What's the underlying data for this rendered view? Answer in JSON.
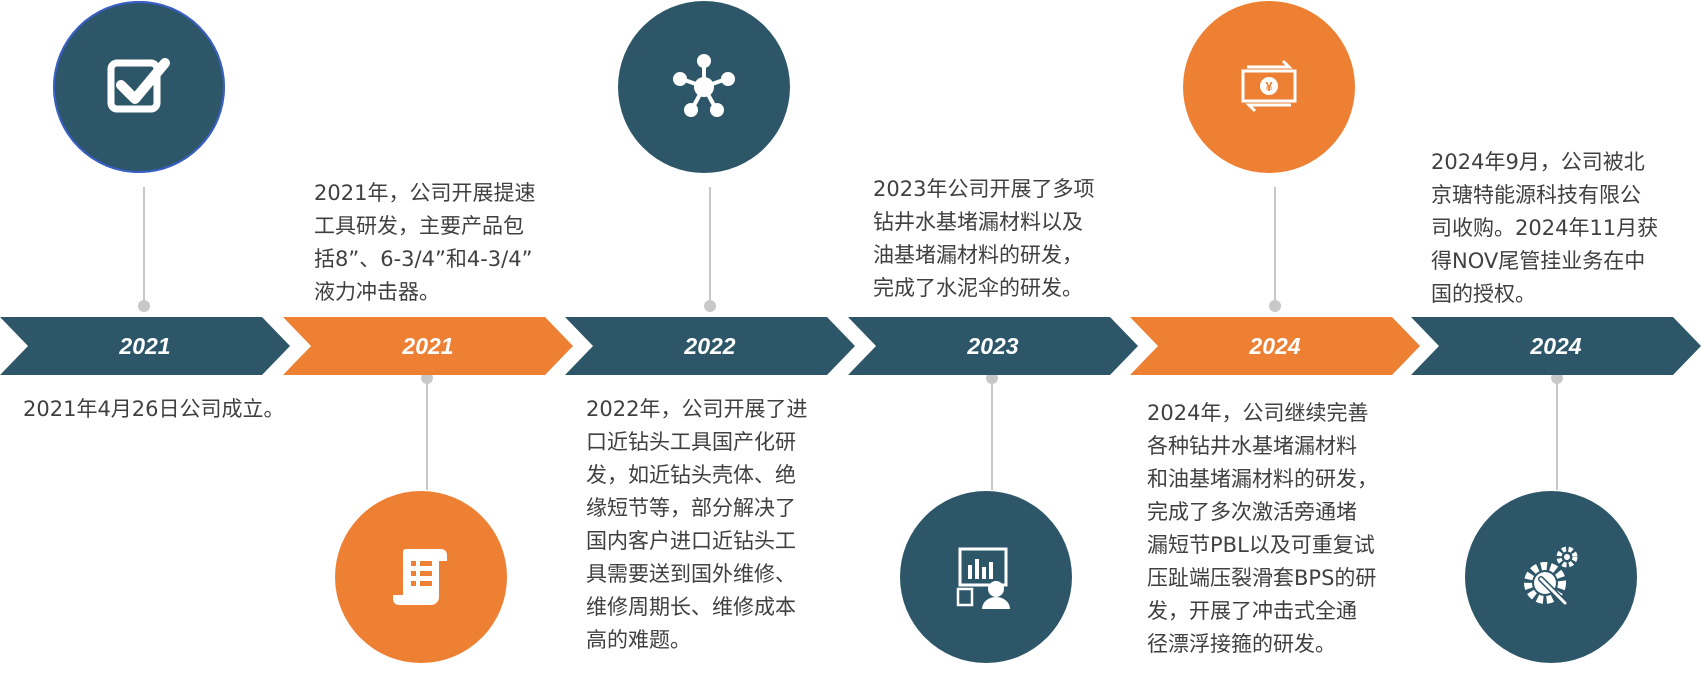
{
  "colors": {
    "dark": "#2D5769",
    "orange": "#EE8034",
    "connector": "#C8C8C8",
    "text": "#404040"
  },
  "milestones": [
    {
      "year": "2021",
      "color": "dark",
      "icon": "checkbox-icon",
      "text": "2021年4月26日公司成立。"
    },
    {
      "year": "2021",
      "color": "orange",
      "icon": "scroll-document-icon",
      "text": "2021年，公司开展提速\n工具研发，主要产品包\n括8”、6-3/4”和4-3/4”\n液力冲击器。"
    },
    {
      "year": "2022",
      "color": "dark",
      "icon": "network-nodes-icon",
      "text": "2022年，公司开展了进\n口近钻头工具国产化研\n发，如近钻头壳体、绝\n缘短节等，部分解决了\n国内客户进口近钻头工\n具需要送到国外维修、\n维修周期长、维修成本\n高的难题。"
    },
    {
      "year": "2023",
      "color": "dark",
      "icon": "analytics-user-icon",
      "text": "2023年公司开展了多项\n钻井水基堵漏材料以及\n油基堵漏材料的研发，\n完成了水泥伞的研发。"
    },
    {
      "year": "2024",
      "color": "orange",
      "icon": "money-exchange-icon",
      "text": "2024年，公司继续完善\n各种钻井水基堵漏材料\n和油基堵漏材料的研发，\n完成了多次激活旁通堵\n漏短节PBL以及可重复试\n压趾端压裂滑套BPS的研\n发，开展了冲击式全通\n径漂浮接箍的研发。"
    },
    {
      "year": "2024",
      "color": "dark",
      "icon": "gear-wrench-icon",
      "text": "2024年9月，公司被北\n京瑭特能源科技有限公\n司收购。2024年11月获\n得NOV尾管挂业务在中\n国的授权。"
    }
  ]
}
